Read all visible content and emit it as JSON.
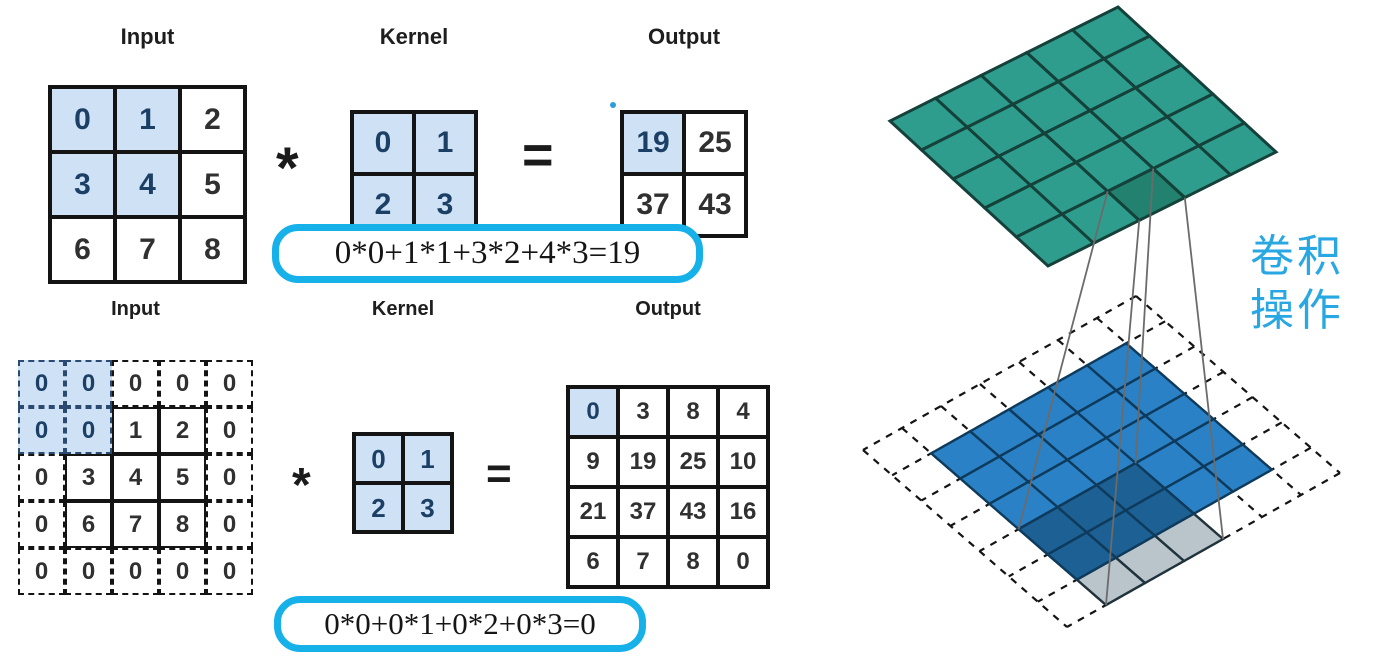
{
  "colors": {
    "highlight": "#cfe2f5",
    "grid_line": "#141414",
    "highlight_border": "#2a4a70",
    "digit_highlight": "#1c3f66",
    "digit_normal": "#303030",
    "formula_border": "#17b1ea",
    "annotation": "#28a7e2",
    "green_fill": "#2f9d8e",
    "green_dark": "#23816f",
    "green_stroke": "#14423a",
    "blue_fill": "#2a81c5",
    "blue_dark": "#1d6094",
    "blue_stroke": "#0e3a5c",
    "gray_fill": "#bac5cb",
    "gray_stroke": "#20323c",
    "connector": "#6b6b6b",
    "output_dot": "#2d9fd8"
  },
  "example1": {
    "input_label": "Input",
    "kernel_label": "Kernel",
    "output_label": "Output",
    "operator": "*",
    "equals": "=",
    "input": {
      "rows": [
        [
          0,
          1,
          2
        ],
        [
          3,
          4,
          5
        ],
        [
          6,
          7,
          8
        ]
      ],
      "highlight": [
        [
          0,
          0
        ],
        [
          0,
          1
        ],
        [
          1,
          0
        ],
        [
          1,
          1
        ]
      ]
    },
    "kernel": {
      "rows": [
        [
          0,
          1
        ],
        [
          2,
          3
        ]
      ],
      "highlight_all": true
    },
    "output": {
      "rows": [
        [
          19,
          25
        ],
        [
          37,
          43
        ]
      ],
      "highlight": [
        [
          0,
          0
        ]
      ]
    },
    "formula": "0*0+1*1+3*2+4*3=19"
  },
  "example2": {
    "input_label": "Input",
    "kernel_label": "Kernel",
    "output_label": "Output",
    "operator": "*",
    "equals": "=",
    "input": {
      "rows": [
        [
          0,
          0,
          0,
          0,
          0
        ],
        [
          0,
          0,
          1,
          2,
          0
        ],
        [
          0,
          3,
          4,
          5,
          0
        ],
        [
          0,
          6,
          7,
          8,
          0
        ],
        [
          0,
          0,
          0,
          0,
          0
        ]
      ],
      "highlight": [
        [
          0,
          0
        ],
        [
          0,
          1
        ],
        [
          1,
          0
        ],
        [
          1,
          1
        ]
      ],
      "padded": true,
      "inner_from": 1,
      "inner_to": 3
    },
    "kernel": {
      "rows": [
        [
          0,
          1
        ],
        [
          2,
          3
        ]
      ],
      "highlight_all": true
    },
    "output": {
      "rows": [
        [
          0,
          3,
          8,
          4
        ],
        [
          9,
          19,
          25,
          10
        ],
        [
          21,
          37,
          43,
          16
        ],
        [
          6,
          7,
          8,
          0
        ]
      ],
      "highlight": [
        [
          0,
          0
        ]
      ]
    },
    "formula": "0*0+0*1+0*2+0*3=0"
  },
  "annotation": {
    "line1": "卷积",
    "line2": "操作"
  },
  "illustration": {
    "top_grid": {
      "rows": 5,
      "cols": 5,
      "dark_cell": [
        4,
        2
      ]
    },
    "bottom_grid": {
      "rows": 7,
      "cols": 7,
      "blue_from": 1,
      "blue_to": 5,
      "dark_cells": [
        [
          4,
          3
        ],
        [
          5,
          3
        ],
        [
          4,
          4
        ],
        [
          5,
          4
        ],
        [
          4,
          5
        ],
        [
          5,
          5
        ]
      ],
      "gray_cells": [
        [
          6,
          3
        ],
        [
          6,
          4
        ],
        [
          6,
          5
        ]
      ]
    }
  }
}
